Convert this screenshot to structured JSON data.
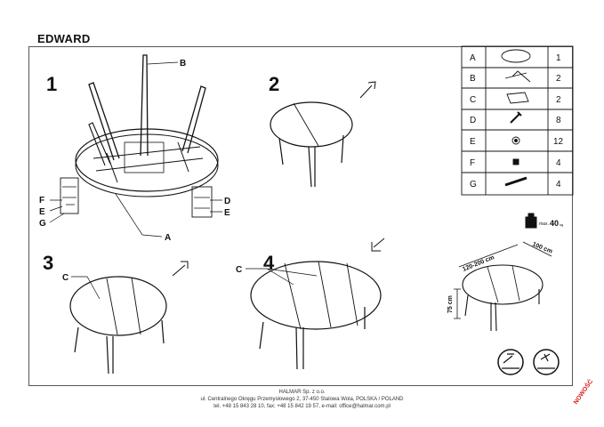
{
  "title": "EDWARD",
  "steps": {
    "s1": "1",
    "s2": "2",
    "s3": "3",
    "s4": "4"
  },
  "callouts": {
    "A": "A",
    "B": "B",
    "C3": "C",
    "C4": "C",
    "D": "D",
    "E1": "E",
    "E2": "E",
    "F": "F",
    "G": "G"
  },
  "parts": [
    {
      "letter": "A",
      "qty": "1"
    },
    {
      "letter": "B",
      "qty": "2"
    },
    {
      "letter": "C",
      "qty": "2"
    },
    {
      "letter": "D",
      "qty": "8"
    },
    {
      "letter": "E",
      "qty": "12"
    },
    {
      "letter": "F",
      "qty": "4"
    },
    {
      "letter": "G",
      "qty": "4"
    }
  ],
  "dimensions": {
    "length": "120-200 cm",
    "width": "100 cm",
    "height": "75 cm",
    "max_load_prefix": "max.",
    "max_load_value": "40",
    "max_load_unit": "kg"
  },
  "footer": {
    "company": "HALMAR Sp. z o.o.",
    "address": "ul. Centralnego Okręgu Przemysłowego 2, 37-450 Stalowa Wola, POLSKA / POLAND",
    "contact": "tel. +48 15 843 28 10, fax: +48 15 842 19 57, e-mail: office@halmar.com.pl"
  },
  "badge": "NOWOŚĆ"
}
